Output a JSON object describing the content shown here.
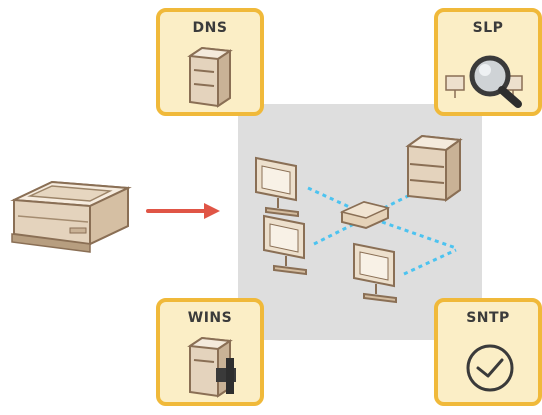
{
  "diagram": {
    "cards": {
      "dns": "DNS",
      "slp": "SLP",
      "wins": "WINS",
      "sntp": "SNTP"
    },
    "icons": {
      "printer": "printer-icon",
      "arrow": "arrow-icon",
      "network": "network-icon",
      "dns_server": "server-icon",
      "slp": "magnifier-icon",
      "wins_server": "server-icon",
      "sntp": "clock-icon"
    },
    "colors": {
      "card_fill": "#fbeec6",
      "card_border": "#f0b93a",
      "network_bg": "#dedede",
      "link_line": "#4cc3f0",
      "arrow": "#e05546",
      "device_body": "#e9dcc8",
      "device_shadow": "#b89c7c"
    }
  }
}
